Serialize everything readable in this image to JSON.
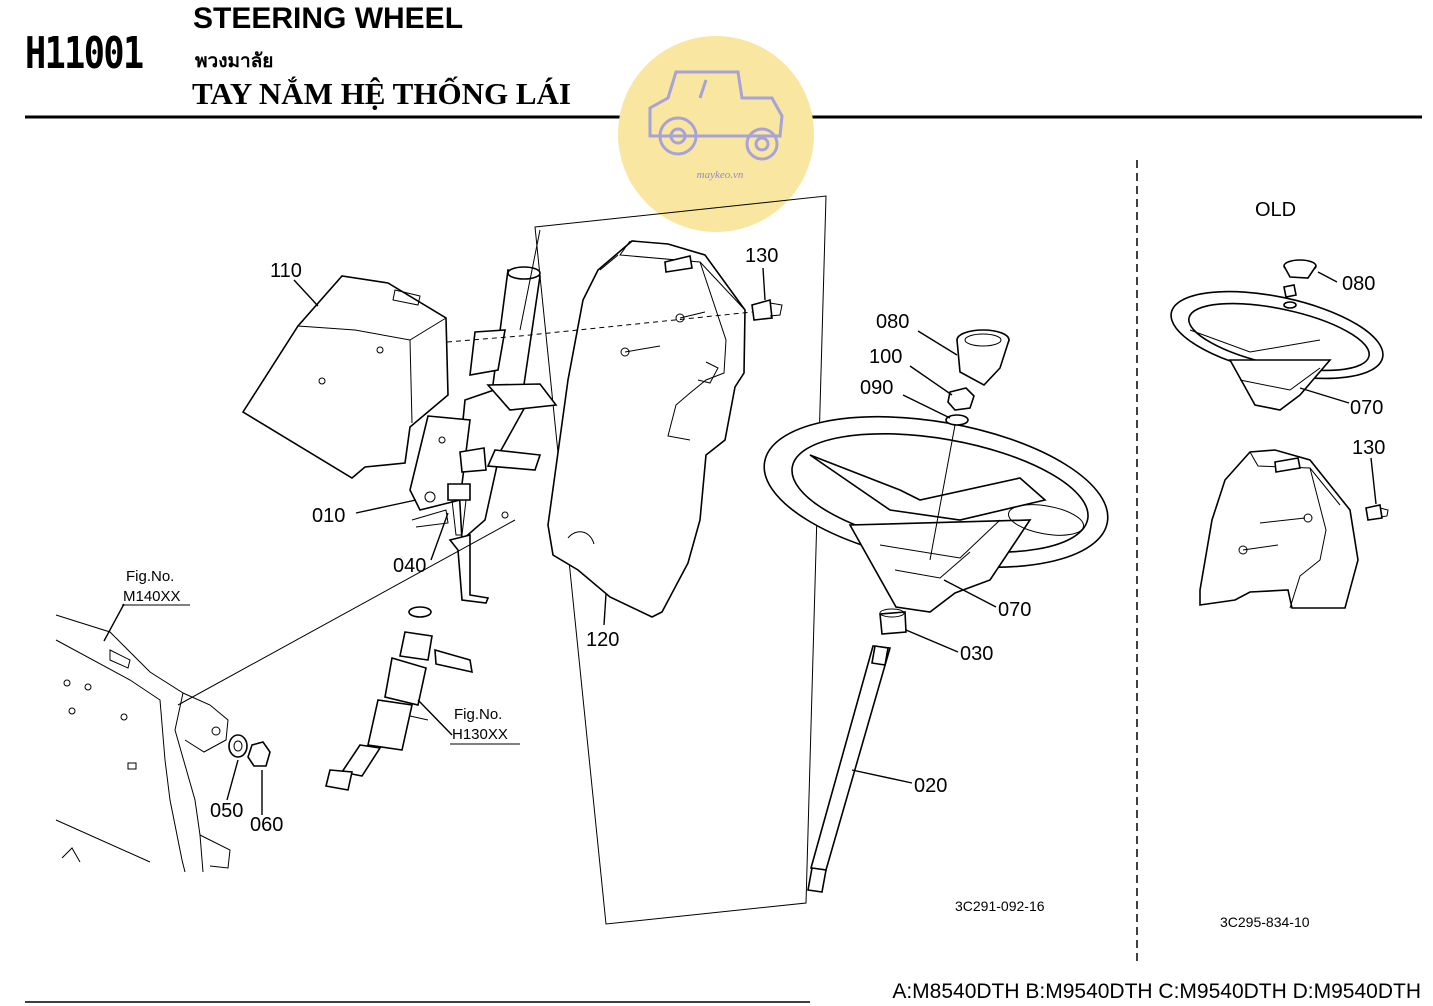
{
  "header": {
    "code": "H11001",
    "title_en": "STEERING WHEEL",
    "title_th": "พวงมาลัย",
    "title_vi": "TAY NẮM HỆ THỐNG LÁI"
  },
  "watermark": {
    "text": "maykeo.vn",
    "icon": "tractor-icon",
    "color": "#f9e7a1"
  },
  "callouts": {
    "p010": "010",
    "p020": "020",
    "p030": "030",
    "p040": "040",
    "p050": "050",
    "p060": "060",
    "p070": "070",
    "p080": "080",
    "p090": "090",
    "p100": "100",
    "p110": "110",
    "p120": "120",
    "p130": "130"
  },
  "old_section": {
    "heading": "OLD",
    "p080": "080",
    "p070": "070",
    "p130": "130",
    "drawing_code": "3C295-834-10"
  },
  "fig_refs": {
    "m140_label": "Fig.No.",
    "m140_value": "M140XX",
    "h130_label": "Fig.No.",
    "h130_value": "H130XX"
  },
  "drawing_code": "3C291-092-16",
  "models": "A:M8540DTH B:M9540DTH C:M9540DTH D:M9540DTH"
}
